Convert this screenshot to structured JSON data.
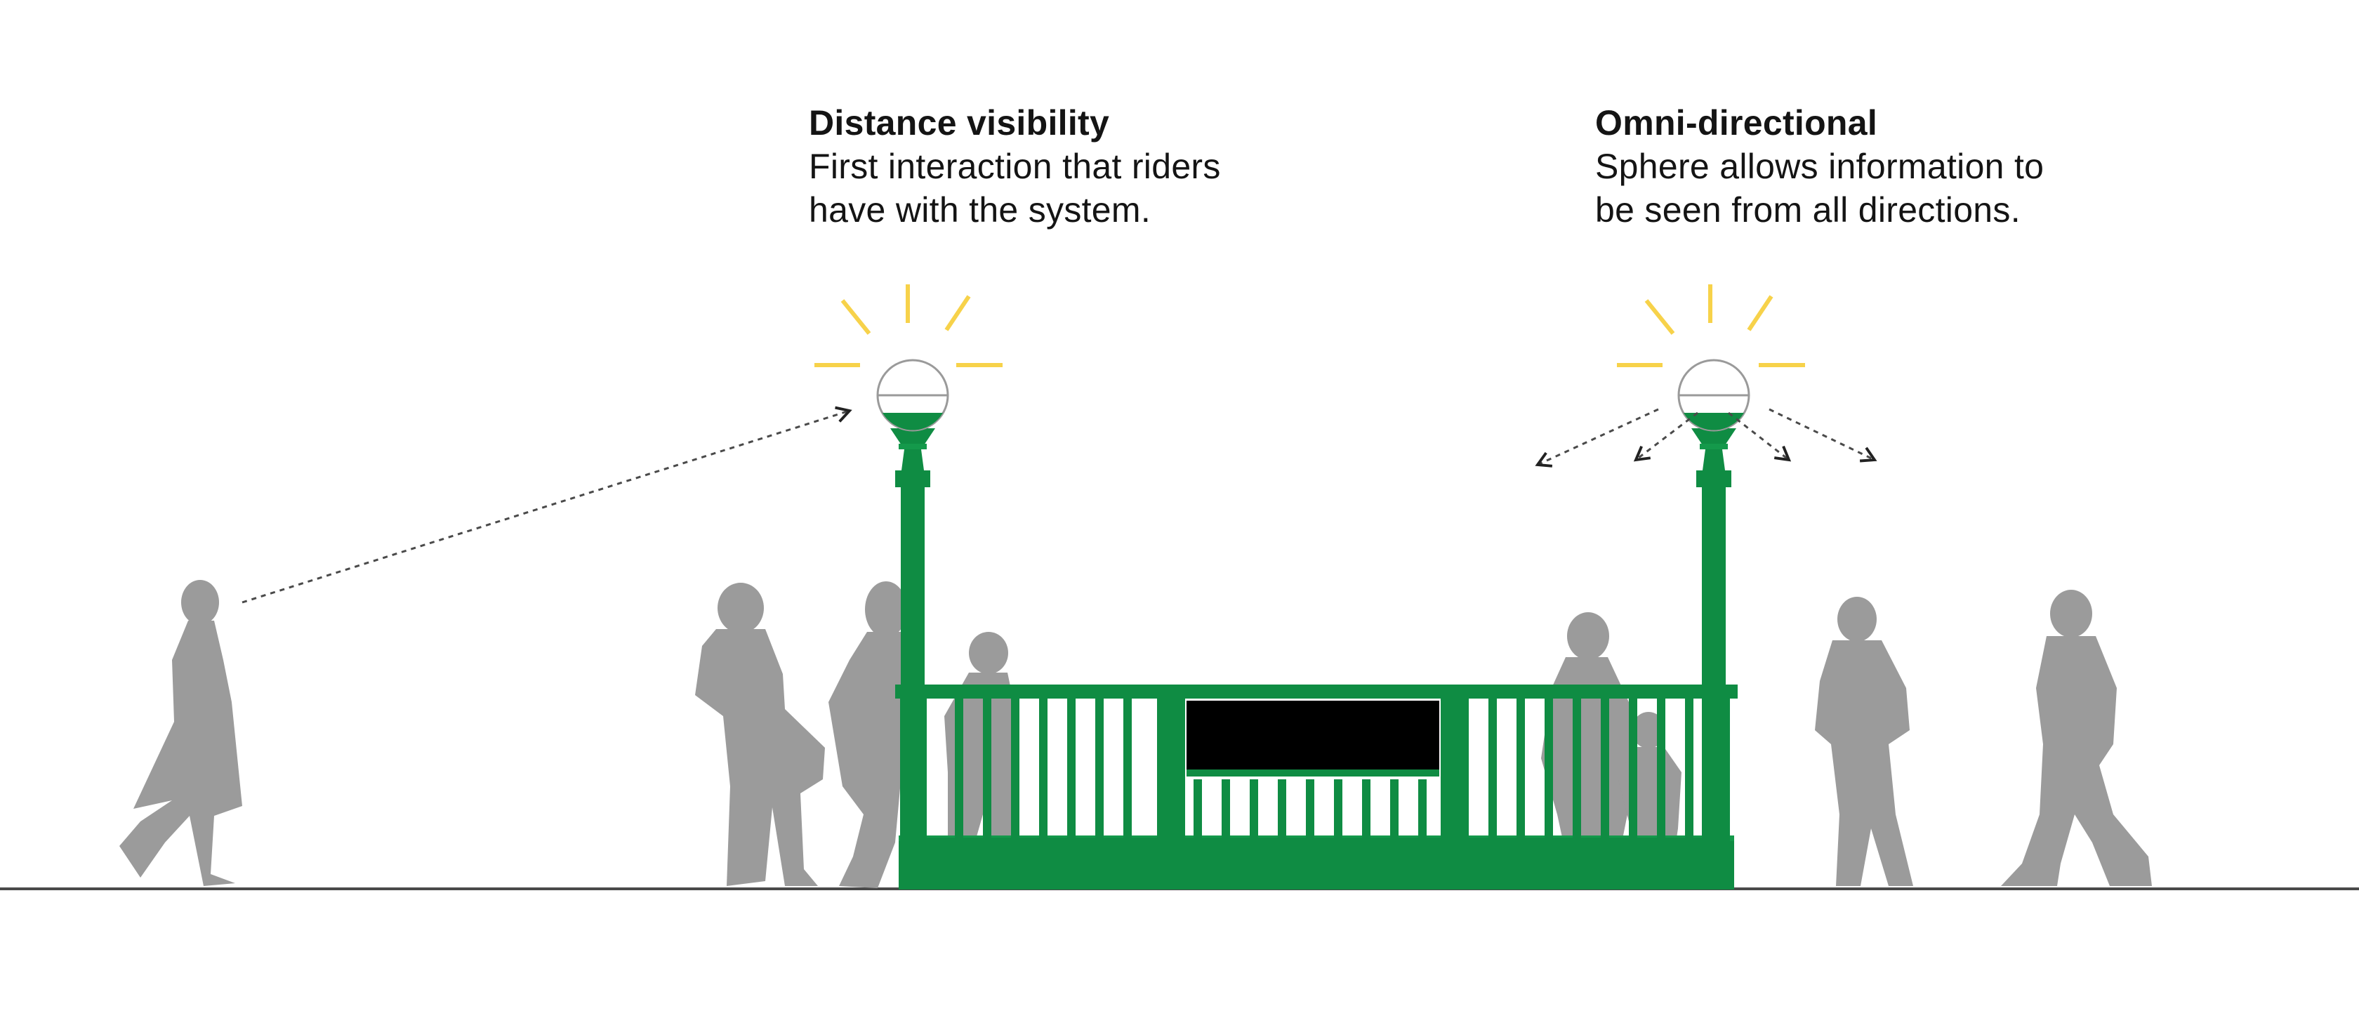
{
  "callouts": {
    "left": {
      "title": "Distance visibility",
      "line1": "First interaction that riders",
      "line2": "have with the system."
    },
    "right": {
      "title": "Omni-directional",
      "line1": "Sphere allows information to",
      "line2": "be seen from all directions."
    }
  },
  "colors": {
    "entrance_green": "#0f8c43",
    "globe_glow": "#f7d24a",
    "silhouette": "#9b9b9b",
    "sign_panel": "#000000",
    "ground_line": "#4a4a4a"
  }
}
